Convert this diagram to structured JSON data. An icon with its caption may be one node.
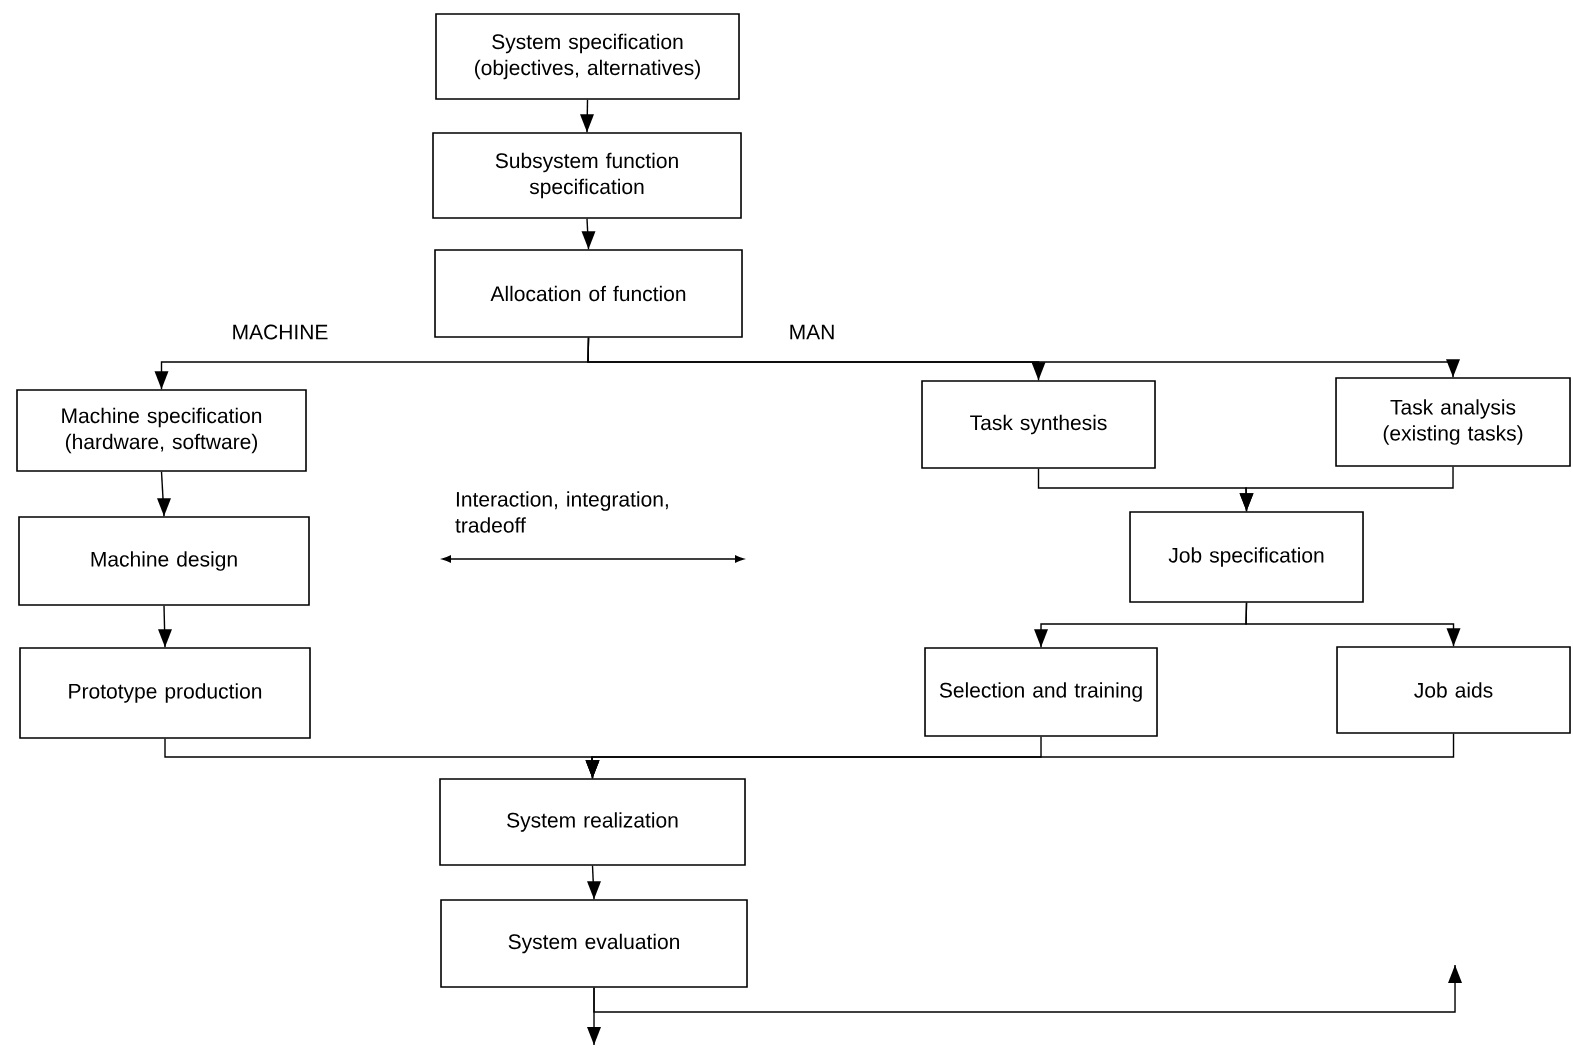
{
  "diagram": {
    "nodes": [
      {
        "text": [
          "System specification (objectives, alternatives)"
        ]
      },
      {
        "text": [
          "Subsystem function specification"
        ]
      },
      {
        "text": [
          "Allocation of function"
        ]
      },
      {
        "text": [
          "Machine specification (hardware, software)"
        ]
      },
      {
        "text": [
          "Machine design"
        ]
      },
      {
        "text": [
          "Prototype production"
        ]
      },
      {
        "text": [
          "Task synthesis"
        ]
      },
      {
        "text": [
          "Task analysis (existing tasks)"
        ]
      },
      {
        "text": [
          "Job specification"
        ]
      },
      {
        "text": [
          "Selection and training"
        ]
      },
      {
        "text": [
          "Job aids"
        ]
      },
      {
        "text": [
          "System realization"
        ]
      },
      {
        "text": [
          "System evaluation"
        ]
      }
    ],
    "edges": [
      {
        "from": 0,
        "to": 1,
        "arrow": "to"
      },
      {
        "from": 1,
        "to": 2,
        "arrow": "to"
      },
      {
        "from": 2,
        "to": 3,
        "arrow": "to"
      },
      {
        "from": 2,
        "to": 6,
        "arrow": "to"
      },
      {
        "from": 2,
        "to": 7,
        "arrow": "to"
      },
      {
        "from": 3,
        "to": 4,
        "arrow": "to"
      },
      {
        "from": 4,
        "to": 5,
        "arrow": "to"
      },
      {
        "from": 6,
        "to": 8,
        "arrow": "to"
      },
      {
        "from": 7,
        "to": 8,
        "arrow": "to"
      },
      {
        "from": 8,
        "to": 9,
        "arrow": "to"
      },
      {
        "from": 8,
        "to": 10,
        "arrow": "to"
      },
      {
        "from": 5,
        "to": 11,
        "arrow": "to"
      },
      {
        "from": 9,
        "to": 11,
        "arrow": "to"
      },
      {
        "from": 10,
        "to": 11,
        "arrow": "to"
      },
      {
        "from": 11,
        "to": 12,
        "arrow": "to"
      },
      {
        "from": 12,
        "to": null,
        "arrow": "to"
      },
      {
        "from": 12,
        "to": null,
        "arrow": "to"
      }
    ],
    "labels": [
      "MACHINE",
      "MAN",
      "Interaction, integration, tradeoff"
    ]
  }
}
